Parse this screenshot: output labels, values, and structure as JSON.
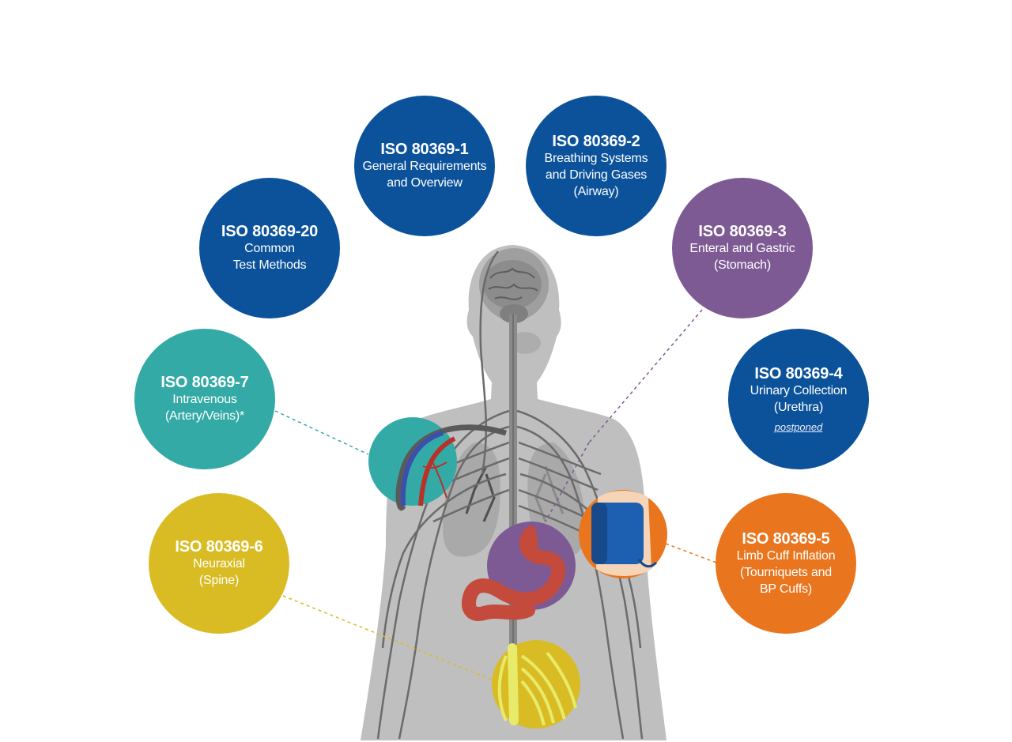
{
  "colors": {
    "navy": "#0b529b",
    "purple": "#7d5a94",
    "teal": "#34aaa6",
    "yellow": "#d9bc24",
    "orange": "#e9761e",
    "silhouette": "#bfbfbf",
    "nerve": "#6b6b6b"
  },
  "standards": [
    {
      "id": "std-1",
      "code": "ISO 80369-1",
      "lines": [
        "General Requirements",
        "and Overview"
      ],
      "color": "#0b529b",
      "note": ""
    },
    {
      "id": "std-2",
      "code": "ISO 80369-2",
      "lines": [
        "Breathing Systems",
        "and Driving Gases",
        "(Airway)"
      ],
      "color": "#0b529b",
      "note": ""
    },
    {
      "id": "std-20",
      "code": "ISO 80369-20",
      "lines": [
        "Common",
        "Test Methods"
      ],
      "color": "#0b529b",
      "note": ""
    },
    {
      "id": "std-3",
      "code": "ISO 80369-3",
      "lines": [
        "Enteral and Gastric",
        "(Stomach)"
      ],
      "color": "#7d5a94",
      "note": ""
    },
    {
      "id": "std-7",
      "code": "ISO 80369-7",
      "lines": [
        "Intravenous",
        "(Artery/Veins)*"
      ],
      "color": "#34aaa6",
      "note": ""
    },
    {
      "id": "std-4",
      "code": "ISO 80369-4",
      "lines": [
        "Urinary Collection",
        "(Urethra)"
      ],
      "color": "#0b529b",
      "note": "postponed"
    },
    {
      "id": "std-6",
      "code": "ISO 80369-6",
      "lines": [
        "Neuraxial",
        "(Spine)"
      ],
      "color": "#d9bc24",
      "note": ""
    },
    {
      "id": "std-5",
      "code": "ISO 80369-5",
      "lines": [
        "Limb Cuff Inflation",
        "(Tourniquets and",
        "BP Cuffs)"
      ],
      "color": "#e9761e",
      "note": ""
    }
  ],
  "icons": [
    "brain-icon",
    "lungs-icon",
    "stomach-icon",
    "spine-icon",
    "blood-vessels-icon",
    "bp-cuff-icon",
    "nerves-icon"
  ]
}
